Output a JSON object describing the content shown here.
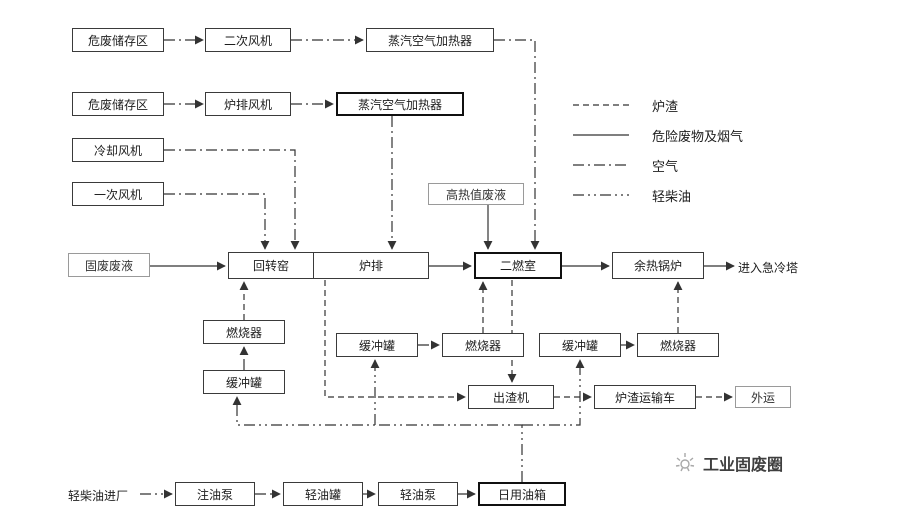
{
  "nodes": {
    "hw_storage_1": "危废储存区",
    "secondary_fan": "二次风机",
    "steam_heater_1": "蒸汽空气加热器",
    "hw_storage_2": "危废储存区",
    "grate_fan": "炉排风机",
    "steam_heater_2": "蒸汽空气加热器",
    "cooling_fan": "冷却风机",
    "primary_fan": "一次风机",
    "high_cal_liquid": "高热值废液",
    "solid_waste_liquid": "固废废液",
    "rotary_kiln": "回转窑",
    "grate": "炉排",
    "secondary_chamber": "二燃室",
    "waste_heat_boiler": "余热锅炉",
    "burner_1": "燃烧器",
    "buffer_tank_1": "缓冲罐",
    "buffer_tank_2": "缓冲罐",
    "burner_2": "燃烧器",
    "buffer_tank_3": "缓冲罐",
    "burner_3": "燃烧器",
    "slag_machine": "出渣机",
    "slag_truck": "炉渣运输车",
    "outbound": "外运",
    "oil_injection_pump": "注油泵",
    "light_oil_tank": "轻油罐",
    "light_oil_pump": "轻油泵",
    "daily_oil_tank": "日用油箱"
  },
  "labels": {
    "to_quench_tower": "进入急冷塔",
    "diesel_inlet": "轻柴油进厂"
  },
  "legend": {
    "items": [
      {
        "label": "炉渣",
        "style": "dashed"
      },
      {
        "label": "危险废物及烟气",
        "style": "solid"
      },
      {
        "label": "空气",
        "style": "dash-dot"
      },
      {
        "label": "轻柴油",
        "style": "dash-dot-dot"
      }
    ]
  },
  "watermark": {
    "icon": "sun-icon",
    "text": "工业固废圈"
  },
  "colors": {
    "line": "#333333",
    "border": "#3a3a3a",
    "background": "#ffffff"
  }
}
